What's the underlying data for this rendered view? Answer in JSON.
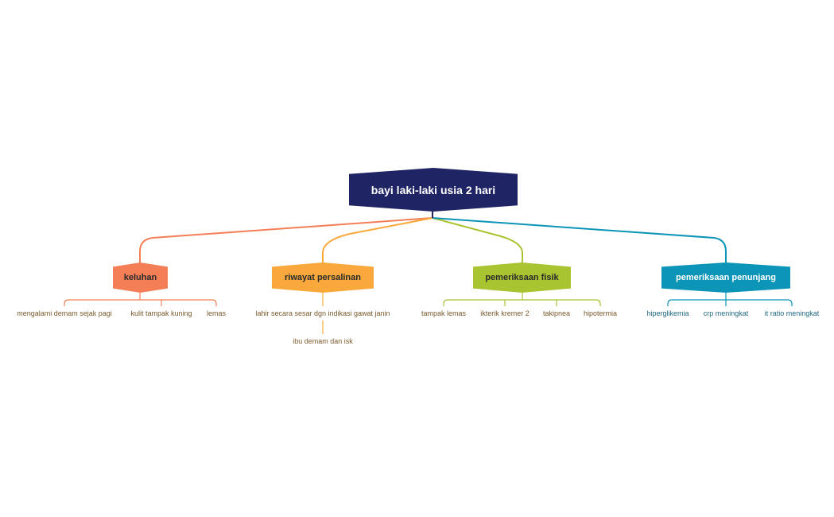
{
  "colors": {
    "root": "#1f2564",
    "keluhan": "#f47e56",
    "riwayat": "#f9a93c",
    "fisik": "#a8c431",
    "penunjang": "#0d95b8",
    "leaf_text": "#7a5a2c",
    "leaf_text_blue": "#20687f"
  },
  "root": {
    "label": "bayi laki-laki usia 2 hari"
  },
  "branches": [
    {
      "label": "keluhan",
      "children": [
        "mengalami demam sejak pagi",
        "kulit tampak kuning",
        "lemas"
      ]
    },
    {
      "label": "riwayat persalinan",
      "children": [
        "lahir secara sesar dgn indikasi gawat janin",
        "ibu demam dan isk"
      ]
    },
    {
      "label": "pemeriksaan fisik",
      "children": [
        "tampak lemas",
        "ikterik kremer 2",
        "takipnea",
        "hipotermia"
      ]
    },
    {
      "label": "pemeriksaan penunjang",
      "children": [
        "hiperglikemia",
        "crp meningkat",
        "it ratio meningkat"
      ]
    }
  ]
}
